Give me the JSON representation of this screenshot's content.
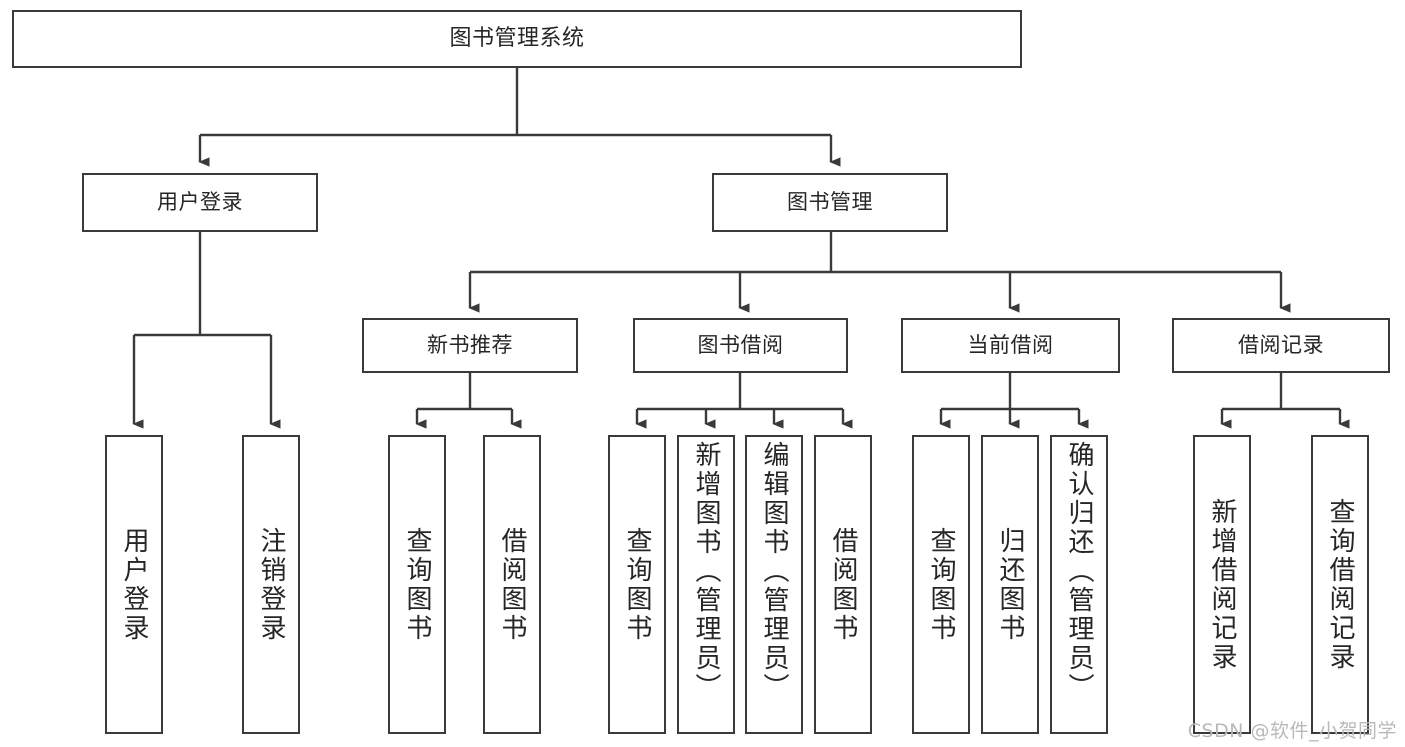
{
  "diagram": {
    "type": "tree",
    "title": "图书管理系统",
    "root": {
      "id": "root",
      "label": "图书管理系统"
    },
    "level1": [
      {
        "id": "user-login",
        "label": "用户登录"
      },
      {
        "id": "book-manage",
        "label": "图书管理"
      }
    ],
    "level2": [
      {
        "id": "new-book-rec",
        "label": "新书推荐",
        "parent": "book-manage"
      },
      {
        "id": "book-borrow",
        "label": "图书借阅",
        "parent": "book-manage"
      },
      {
        "id": "current-borrow",
        "label": "当前借阅",
        "parent": "book-manage"
      },
      {
        "id": "borrow-record",
        "label": "借阅记录",
        "parent": "book-manage"
      }
    ],
    "leaves": [
      {
        "id": "leaf-user-login",
        "label": "用户登录",
        "parent": "user-login"
      },
      {
        "id": "leaf-user-logout",
        "label": "注销登录",
        "parent": "user-login"
      },
      {
        "id": "leaf-rec-query-book",
        "label": "查询图书",
        "parent": "new-book-rec"
      },
      {
        "id": "leaf-rec-borrow-book",
        "label": "借阅图书",
        "parent": "new-book-rec"
      },
      {
        "id": "leaf-borrow-query-book",
        "label": "查询图书",
        "parent": "book-borrow"
      },
      {
        "id": "leaf-borrow-add-book",
        "label": "新增图书（管理员）",
        "parent": "book-borrow"
      },
      {
        "id": "leaf-borrow-edit-book",
        "label": "编辑图书（管理员）",
        "parent": "book-borrow"
      },
      {
        "id": "leaf-borrow-borrow-book",
        "label": "借阅图书",
        "parent": "book-borrow"
      },
      {
        "id": "leaf-cur-query-book",
        "label": "查询图书",
        "parent": "current-borrow"
      },
      {
        "id": "leaf-cur-return-book",
        "label": "归还图书",
        "parent": "current-borrow"
      },
      {
        "id": "leaf-cur-confirm-return",
        "label": "确认归还（管理员）",
        "parent": "current-borrow"
      },
      {
        "id": "leaf-rec-add-record",
        "label": "新增借阅记录",
        "parent": "borrow-record"
      },
      {
        "id": "leaf-rec-query-record",
        "label": "查询借阅记录",
        "parent": "borrow-record"
      }
    ]
  },
  "watermark": {
    "text": "CSDN @软件_小贺同学"
  },
  "colors": {
    "stroke": "#3a3a3a",
    "background": "#ffffff",
    "text": "#262626",
    "watermark": "#b9b9b9"
  }
}
